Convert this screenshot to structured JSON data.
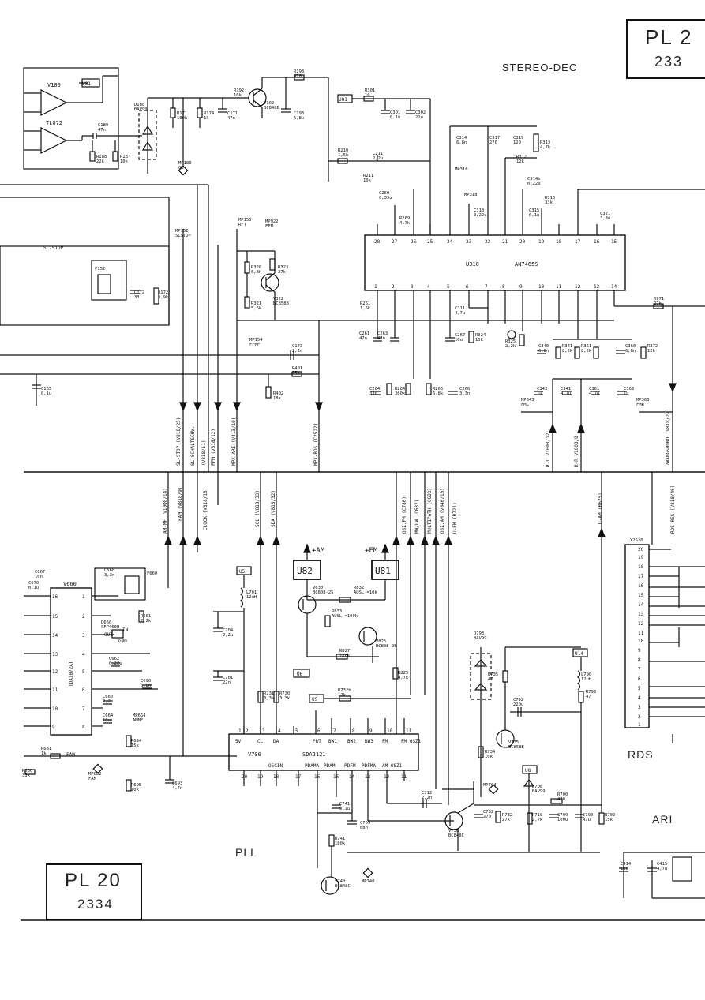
{
  "title_block_top": {
    "line1": "PL 2",
    "line2": "233"
  },
  "title_block_bottom": {
    "line1": "PL 20",
    "line2": "2334"
  },
  "section_labels": {
    "stereo": "STEREO-DEC",
    "pll": "PLL",
    "rds": "RDS",
    "ari": "ARI"
  },
  "ics": {
    "u310": {
      "name": "U310",
      "type": "AN7465S",
      "pins_top": [
        "28",
        "27",
        "26",
        "25",
        "24",
        "23",
        "22",
        "21",
        "20",
        "19",
        "18",
        "17",
        "16",
        "15"
      ],
      "pins_bottom": [
        "1",
        "2",
        "3",
        "4",
        "5",
        "6",
        "7",
        "8",
        "9",
        "10",
        "11",
        "12",
        "13",
        "14"
      ]
    },
    "v700": {
      "name": "V700",
      "type": "SDA2121",
      "pins_top": [
        "1",
        "2",
        "3",
        "4",
        "5",
        "6",
        "7",
        "8",
        "9",
        "10",
        "11"
      ],
      "labels_top": [
        "5V",
        "CL",
        "DA",
        "",
        "PRT",
        "BW1",
        "BW2",
        "BW3",
        "FM",
        "FM OSZ1"
      ],
      "pins_bottom": [
        "20",
        "19",
        "18",
        "17",
        "16",
        "15",
        "14",
        "13",
        "12",
        "11"
      ],
      "labels_bottom": [
        "OSCIN",
        "PDAMA",
        "PDAM",
        "PDFM",
        "PDFMA",
        "AM OSZ1"
      ]
    },
    "v660": {
      "name": "V660",
      "type": "TDA1072AT",
      "pins_left": [
        "16",
        "15",
        "14",
        "13",
        "12",
        "11",
        "10",
        "9"
      ],
      "pins_right": [
        "1",
        "2",
        "3",
        "4",
        "5",
        "6",
        "7",
        "8"
      ]
    },
    "v180": {
      "name": "V180",
      "type": "TL072"
    }
  },
  "supply_boxes": {
    "am": "U82",
    "fm": "U81",
    "am_label": "+AM",
    "fm_label": "+FM",
    "u81": "U81",
    "u5a": "U5",
    "u5b": "U5",
    "u6": "U6",
    "u8": "U8",
    "u14": "U14"
  },
  "components_top": [
    {
      "ref": "R193",
      "val": "470"
    },
    {
      "ref": "R192",
      "val": "10k"
    },
    {
      "ref": "V192",
      "val": "BC848B"
    },
    {
      "ref": "C193",
      "val": "6,8u"
    },
    {
      "ref": "D180",
      "val": "BAV99"
    },
    {
      "ref": "R171",
      "val": "180k"
    },
    {
      "ref": "R174",
      "val": "1k"
    },
    {
      "ref": "C171",
      "val": "47n"
    },
    {
      "ref": "C189",
      "val": "47n"
    },
    {
      "ref": "R188",
      "val": "22k"
    },
    {
      "ref": "R187",
      "val": "10k"
    },
    {
      "ref": "MP180",
      "val": "GB"
    },
    {
      "ref": "R301",
      "val": "10"
    },
    {
      "ref": "C301",
      "val": "0,1u"
    },
    {
      "ref": "C302",
      "val": "22u"
    },
    {
      "ref": "C314",
      "val": "6,8n"
    },
    {
      "ref": "C317",
      "val": "270"
    },
    {
      "ref": "C319",
      "val": "120"
    },
    {
      "ref": "R313",
      "val": "4,7k"
    },
    {
      "ref": "R312",
      "val": "12k"
    },
    {
      "ref": "R210",
      "val": "1,5k"
    },
    {
      "ref": "C211",
      "val": "2,2u"
    },
    {
      "ref": "R211",
      "val": "10k"
    },
    {
      "ref": "C269",
      "val": "0,33u"
    },
    {
      "ref": "R269",
      "val": "4,7k"
    },
    {
      "ref": "MP310",
      "val": ""
    },
    {
      "ref": "MP318",
      "val": ""
    },
    {
      "ref": "C318",
      "val": "0,22u"
    },
    {
      "ref": "C314b",
      "val": "0,22u"
    },
    {
      "ref": "R316",
      "val": "33k"
    },
    {
      "ref": "C315",
      "val": "0,1u"
    },
    {
      "ref": "C321",
      "val": "3,3u"
    },
    {
      "ref": "MP155",
      "val": "RFT"
    },
    {
      "ref": "MP152",
      "val": "SLSTOP"
    },
    {
      "ref": "MP922",
      "val": "FFM"
    },
    {
      "ref": "R320",
      "val": "6,8k"
    },
    {
      "ref": "R323",
      "val": "27k"
    },
    {
      "ref": "V322",
      "val": "BC858B"
    },
    {
      "ref": "R321",
      "val": "5,6k"
    },
    {
      "ref": "F152",
      "val": ""
    },
    {
      "ref": "C172",
      "val": "33"
    },
    {
      "ref": "R172",
      "val": "3,9k"
    },
    {
      "ref": "R261",
      "val": "1,5k"
    },
    {
      "ref": "C311",
      "val": "4,7u"
    },
    {
      "ref": "R971",
      "val": "27k"
    },
    {
      "ref": "MP154",
      "val": "FFMF"
    },
    {
      "ref": "C173",
      "val": "2,2u"
    },
    {
      "ref": "R401",
      "val": "15k"
    },
    {
      "ref": "R402",
      "val": "18k"
    },
    {
      "ref": "C261",
      "val": "47n"
    },
    {
      "ref": "C263",
      "val": "47n"
    },
    {
      "ref": "C267",
      "val": "10u"
    },
    {
      "ref": "R324",
      "val": "15k"
    },
    {
      "ref": "R325",
      "val": "2,2k"
    },
    {
      "ref": "C340",
      "val": "6,8n"
    },
    {
      "ref": "R341",
      "val": "8,2k"
    },
    {
      "ref": "R361",
      "val": "8,2k"
    },
    {
      "ref": "C360",
      "val": "6,8n"
    },
    {
      "ref": "R372",
      "val": "12k"
    },
    {
      "ref": "C264",
      "val": "33n"
    },
    {
      "ref": "R264",
      "val": "360k"
    },
    {
      "ref": "R266",
      "val": "6,8k"
    },
    {
      "ref": "C266",
      "val": "3,3n"
    },
    {
      "ref": "C343",
      "val": "1u"
    },
    {
      "ref": "C341",
      "val": "4,7u"
    },
    {
      "ref": "C361",
      "val": "4,7u"
    },
    {
      "ref": "C363",
      "val": "1u"
    },
    {
      "ref": "MP343",
      "val": "FML"
    },
    {
      "ref": "MP363",
      "val": "FMR"
    },
    {
      "ref": "C165",
      "val": "0,1u"
    }
  ],
  "components_bottom": [
    {
      "ref": "C667",
      "val": "10n"
    },
    {
      "ref": "C668",
      "val": "3,3n"
    },
    {
      "ref": "F660",
      "val": ""
    },
    {
      "ref": "C670",
      "val": "0,1u"
    },
    {
      "ref": "D660",
      "val": "SFP460H"
    },
    {
      "ref": "R661",
      "val": "2,2k"
    },
    {
      "ref": "C662",
      "val": "0,22u"
    },
    {
      "ref": "C690",
      "val": "6,8n"
    },
    {
      "ref": "C660",
      "val": "2,2u"
    },
    {
      "ref": "C664",
      "val": "10u"
    },
    {
      "ref": "MP664",
      "val": "AMMF"
    },
    {
      "ref": "R694",
      "val": "15k"
    },
    {
      "ref": "R681",
      "val": "1k"
    },
    {
      "ref": "R680",
      "val": "33k"
    },
    {
      "ref": "MP682",
      "val": "FAM"
    },
    {
      "ref": "R695",
      "val": "10k"
    },
    {
      "ref": "C693",
      "val": "4,7n"
    },
    {
      "ref": "L701",
      "val": "12uH"
    },
    {
      "ref": "C704",
      "val": "2,2u"
    },
    {
      "ref": "C701",
      "val": "22n"
    },
    {
      "ref": "V830",
      "val": "BC808-25"
    },
    {
      "ref": "R832",
      "val": "AUSL =10k"
    },
    {
      "ref": "R833",
      "val": "AUSL =100k"
    },
    {
      "ref": "V825",
      "val": "BC808-25"
    },
    {
      "ref": "R827",
      "val": "100k"
    },
    {
      "ref": "R825",
      "val": "4,7k"
    },
    {
      "ref": "R731",
      "val": "3,3k"
    },
    {
      "ref": "R730",
      "val": "3,3k"
    },
    {
      "ref": "R732b",
      "val": "12k"
    },
    {
      "ref": "D793",
      "val": "BAV99"
    },
    {
      "ref": "R735",
      "val": "47"
    },
    {
      "ref": "L790",
      "val": "12uH"
    },
    {
      "ref": "R793",
      "val": "47"
    },
    {
      "ref": "C792",
      "val": "220u"
    },
    {
      "ref": "V735",
      "val": "BC858B"
    },
    {
      "ref": "R734",
      "val": "10k"
    },
    {
      "ref": "D708",
      "val": "BAV99"
    },
    {
      "ref": "R700",
      "val": "470"
    },
    {
      "ref": "MP704",
      "val": ""
    },
    {
      "ref": "C712",
      "val": "2,2n"
    },
    {
      "ref": "C741",
      "val": "0,1u"
    },
    {
      "ref": "C709",
      "val": "68n"
    },
    {
      "ref": "V738",
      "val": "BC848C"
    },
    {
      "ref": "C732",
      "val": "270"
    },
    {
      "ref": "R732",
      "val": "27k"
    },
    {
      "ref": "R710",
      "val": "2,7k"
    },
    {
      "ref": "C799",
      "val": "100u"
    },
    {
      "ref": "C790",
      "val": "47u"
    },
    {
      "ref": "R702",
      "val": "15k"
    },
    {
      "ref": "R741",
      "val": "180k"
    },
    {
      "ref": "V740",
      "val": "BC848C"
    },
    {
      "ref": "MP740",
      "val": ""
    },
    {
      "ref": "C414",
      "val": "10u"
    },
    {
      "ref": "C415",
      "val": "4,7u"
    },
    {
      "ref": "X2520",
      "val": ""
    }
  ],
  "bus_signals_upper": [
    "SL-STOP (V818/25)",
    "SL-SCHALTSCHW.",
    "(V818/11)",
    "FFM (V818/12)",
    "MPX-ARI (V413/10)",
    "MPX-RDS (C2522)",
    "ZWANGSMONO (V818/29)",
    "R-L V1008/12",
    "R-R V1008/8"
  ],
  "bus_signals_lower": [
    "AM-MF (V1008/14)",
    "FAM (V818/9)",
    "CLOCK (V818/16)",
    "SCL (V818/33)",
    "SDA (V818/32)",
    "OSZ.FM (C786)",
    "MW/LW (C632)",
    "MULTIPATH (C683)",
    "OSZ.AM (V646/10)",
    "U-FM (R721)",
    "U-AM (R625)",
    "RDS-RES (V818/46)"
  ],
  "misc_labels": {
    "sl_stop": "SL-STOP",
    "fam": "FAM",
    "in": "IN",
    "out": "OUT",
    "gnd": "GND",
    "rds_conn_pins": [
      "20",
      "19",
      "18",
      "17",
      "16",
      "15",
      "14",
      "13",
      "12",
      "11",
      "10",
      "9",
      "8",
      "7",
      "6",
      "5",
      "4",
      "3",
      "2",
      "1"
    ]
  }
}
